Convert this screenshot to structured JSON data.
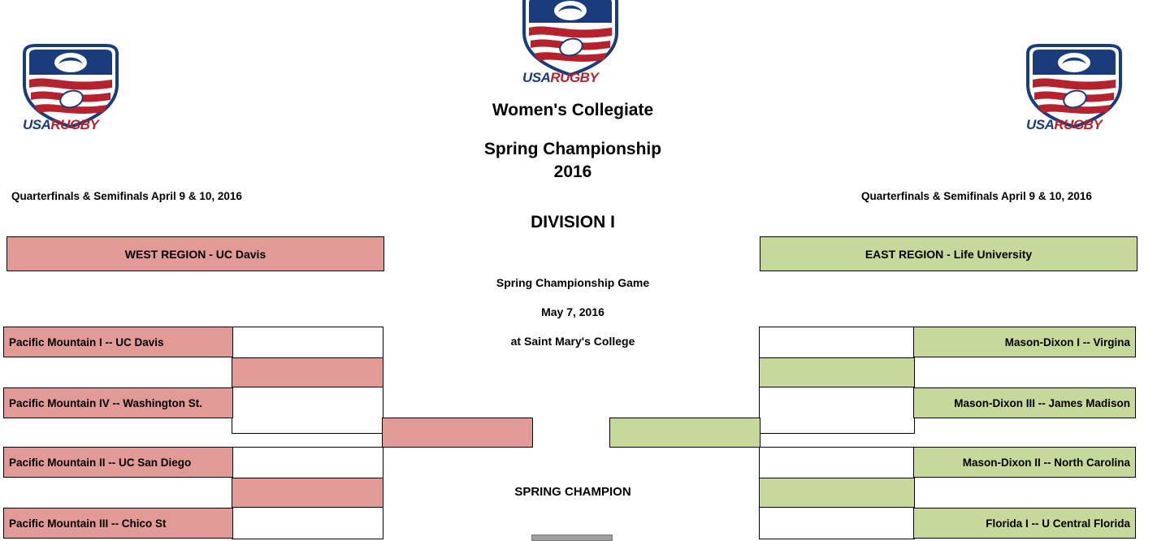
{
  "logos": {
    "alt": "usa-rugby-logo",
    "wordmark_usa": "USA",
    "wordmark_rugby": "RUGBY"
  },
  "header": {
    "title_line1": "Women's Collegiate",
    "title_line2": "Spring Championship",
    "title_line3": "2016",
    "division": "DIVISION I"
  },
  "championship": {
    "game_label": "Spring Championship Game",
    "date": "May 7, 2016",
    "site": "at Saint Mary's College",
    "champion_label": "SPRING CHAMPION"
  },
  "west": {
    "dates": "Quarterfinals & Semifinals April 9 & 10, 2016",
    "region_banner": "WEST REGION - UC Davis",
    "teams": [
      "Pacific Mountain I -- UC Davis",
      "Pacific Mountain IV -- Washington St.",
      "Pacific Mountain II  -- UC San Diego",
      "Pacific Mountain III -- Chico St"
    ]
  },
  "east": {
    "dates": "Quarterfinals & Semifinals April 9 & 10, 2016",
    "region_banner": "EAST REGION - Life University",
    "teams": [
      "Mason-Dixon I -- Virgina",
      "Mason-Dixon III -- James Madison",
      "Mason-Dixon II -- North Carolina",
      "Florida I -- U Central Florida"
    ]
  },
  "colors": {
    "west_fill": "#e29a96",
    "east_fill": "#c6d89a",
    "logo_navy": "#1b3c7a",
    "logo_red": "#b5222e",
    "outline": "#000000"
  }
}
